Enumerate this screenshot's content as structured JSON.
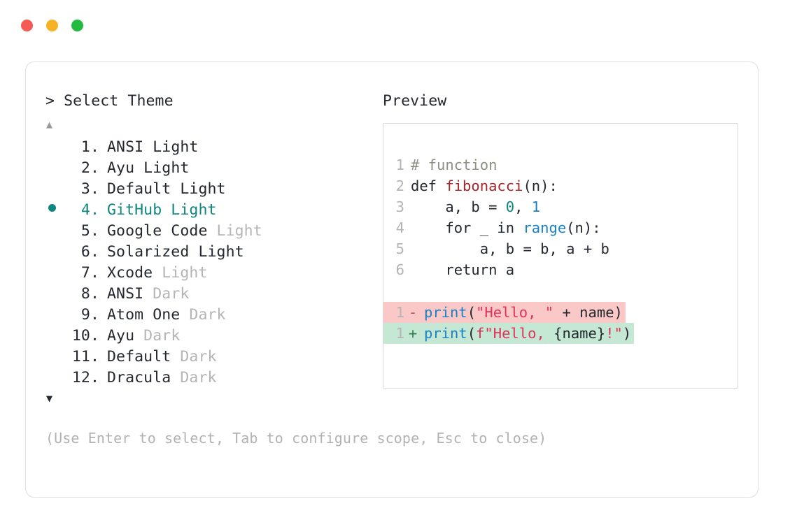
{
  "window": {
    "dots": [
      {
        "name": "close-dot",
        "color": "#f45b54"
      },
      {
        "name": "minimize-dot",
        "color": "#f5b223"
      },
      {
        "name": "maximize-dot",
        "color": "#22bb3f"
      }
    ]
  },
  "picker": {
    "prompt": "> Select Theme",
    "scroll_up_glyph": "▲",
    "scroll_down_glyph": "▼",
    "selected_index": 4,
    "accent_color": "#0f867f",
    "items": [
      {
        "number": "1.",
        "name": "ANSI",
        "variant": "Light",
        "variant_muted": false,
        "selected": false
      },
      {
        "number": "2.",
        "name": "Ayu",
        "variant": "Light",
        "variant_muted": false,
        "selected": false
      },
      {
        "number": "3.",
        "name": "Default",
        "variant": "Light",
        "variant_muted": false,
        "selected": false
      },
      {
        "number": "4.",
        "name": "GitHub",
        "variant": "Light",
        "variant_muted": false,
        "selected": true
      },
      {
        "number": "5.",
        "name": "Google Code",
        "variant": "Light",
        "variant_muted": true,
        "selected": false
      },
      {
        "number": "6.",
        "name": "Solarized",
        "variant": "Light",
        "variant_muted": false,
        "selected": false
      },
      {
        "number": "7.",
        "name": "Xcode",
        "variant": "Light",
        "variant_muted": true,
        "selected": false
      },
      {
        "number": "8.",
        "name": "ANSI",
        "variant": "Dark",
        "variant_muted": true,
        "selected": false
      },
      {
        "number": "9.",
        "name": "Atom One",
        "variant": "Dark",
        "variant_muted": true,
        "selected": false
      },
      {
        "number": "10.",
        "name": "Ayu",
        "variant": "Dark",
        "variant_muted": true,
        "selected": false
      },
      {
        "number": "11.",
        "name": "Default",
        "variant": "Dark",
        "variant_muted": true,
        "selected": false
      },
      {
        "number": "12.",
        "name": "Dracula",
        "variant": "Dark",
        "variant_muted": true,
        "selected": false
      }
    ],
    "hint": "(Use Enter to select, Tab to configure scope, Esc to close)"
  },
  "preview": {
    "label": "Preview",
    "code_lines": [
      {
        "gutter": "1",
        "tokens": [
          {
            "t": "# function",
            "c": "tok-comment"
          }
        ]
      },
      {
        "gutter": "2",
        "tokens": [
          {
            "t": "def ",
            "c": "tok-keyword"
          },
          {
            "t": "fibonacci",
            "c": "tok-func"
          },
          {
            "t": "(n):",
            "c": "tok-plain"
          }
        ]
      },
      {
        "gutter": "3",
        "tokens": [
          {
            "t": "    a, b = ",
            "c": "tok-plain"
          },
          {
            "t": "0",
            "c": "tok-number"
          },
          {
            "t": ", ",
            "c": "tok-plain"
          },
          {
            "t": "1",
            "c": "tok-builtin"
          }
        ]
      },
      {
        "gutter": "4",
        "tokens": [
          {
            "t": "    for _ in ",
            "c": "tok-plain"
          },
          {
            "t": "range",
            "c": "tok-builtin"
          },
          {
            "t": "(n):",
            "c": "tok-plain"
          }
        ]
      },
      {
        "gutter": "5",
        "tokens": [
          {
            "t": "        a, b = b, a + b",
            "c": "tok-plain"
          }
        ]
      },
      {
        "gutter": "6",
        "tokens": [
          {
            "t": "    return a",
            "c": "tok-plain"
          }
        ]
      }
    ],
    "diff_lines": [
      {
        "kind": "del",
        "gutter": "1",
        "sign": "-",
        "tokens": [
          {
            "t": "print",
            "c": "tok-builtin"
          },
          {
            "t": "(",
            "c": "tok-plain"
          },
          {
            "t": "\"Hello, \"",
            "c": "tok-string"
          },
          {
            "t": " + name)",
            "c": "tok-plain"
          }
        ]
      },
      {
        "kind": "add",
        "gutter": "1",
        "sign": "+",
        "tokens": [
          {
            "t": "print",
            "c": "tok-builtin"
          },
          {
            "t": "(",
            "c": "tok-plain"
          },
          {
            "t": "f\"Hello, ",
            "c": "tok-string"
          },
          {
            "t": "{name}",
            "c": "tok-plain"
          },
          {
            "t": "!\"",
            "c": "tok-string"
          },
          {
            "t": ")",
            "c": "tok-plain"
          }
        ]
      }
    ],
    "colors": {
      "comment": "#8b9183",
      "function": "#a7262b",
      "builtin": "#1a82c4",
      "number": "#0f867f",
      "string": "#e0315a",
      "diff_del_bg": "#fbc8c8",
      "diff_add_bg": "#c5e8d4"
    }
  }
}
